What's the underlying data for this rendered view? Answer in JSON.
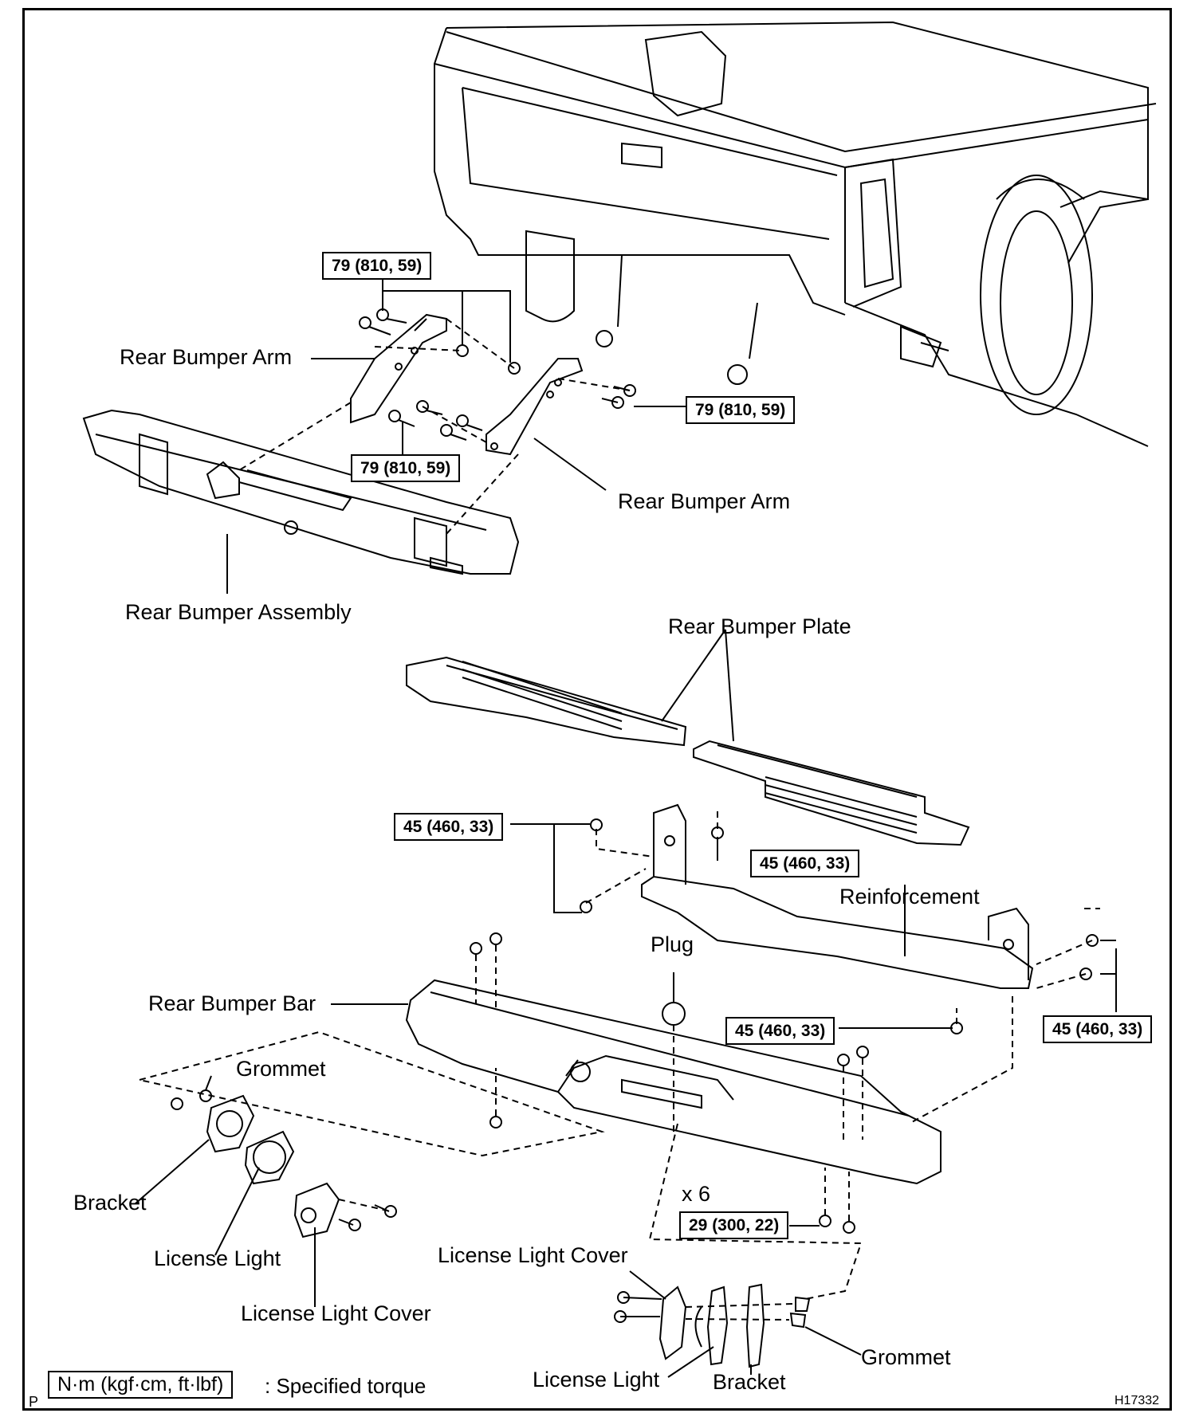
{
  "labels": {
    "rear_bumper_arm_left": "Rear Bumper Arm",
    "rear_bumper_arm_right": "Rear Bumper Arm",
    "rear_bumper_assembly": "Rear Bumper Assembly",
    "rear_bumper_plate": "Rear Bumper Plate",
    "reinforcement": "Reinforcement",
    "plug": "Plug",
    "rear_bumper_bar": "Rear Bumper Bar",
    "grommet_left": "Grommet",
    "bracket_left": "Bracket",
    "license_light_left": "License Light",
    "license_light_cover_left": "License Light Cover",
    "license_light_cover_bottom": "License Light Cover",
    "license_light_bottom": "License Light",
    "bracket_bottom": "Bracket",
    "grommet_bottom": "Grommet",
    "x6": "x 6"
  },
  "torques": {
    "arm_top": "79 (810, 59)",
    "arm_right": "79 (810, 59)",
    "arm_bottom": "79 (810, 59)",
    "reinf_left": "45 (460, 33)",
    "reinf_mid": "45 (460, 33)",
    "bar_mid": "45 (460, 33)",
    "bar_right": "45 (460, 33)",
    "bar_bottom": "29 (300, 22)"
  },
  "legend": {
    "unit_box": "N·m (kgf·cm, ft·lbf)",
    "unit_text": ": Specified torque"
  },
  "corner": {
    "left_mark": "P",
    "figure_id": "H17332"
  }
}
